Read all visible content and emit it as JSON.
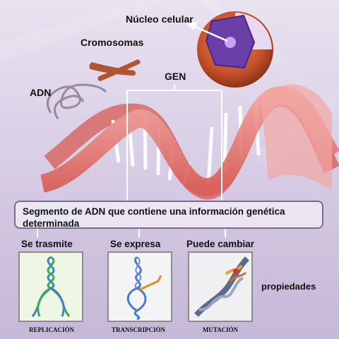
{
  "labels": {
    "nucleus": "Núcleo celular",
    "chromosomes": "Cromosomas",
    "gene": "GEN",
    "dna": "ADN"
  },
  "definition": "Segmento de ADN que contiene una información genética determinada",
  "properties": [
    {
      "title": "Se trasmite",
      "caption": "REPLICACIÓN"
    },
    {
      "title": "Se expresa",
      "caption": "TRANSCRIPCIÓN"
    },
    {
      "title": "Puede cambiar",
      "caption": "MUTACIÓN"
    }
  ],
  "properties_label": "propiedades",
  "colors": {
    "helix": "#e8837f",
    "rungs": "#ffffff",
    "chromosome": "#b2542f",
    "nucleus": "#6b3fa8",
    "cell": "#c4512a",
    "border": "#7a6c8c"
  }
}
